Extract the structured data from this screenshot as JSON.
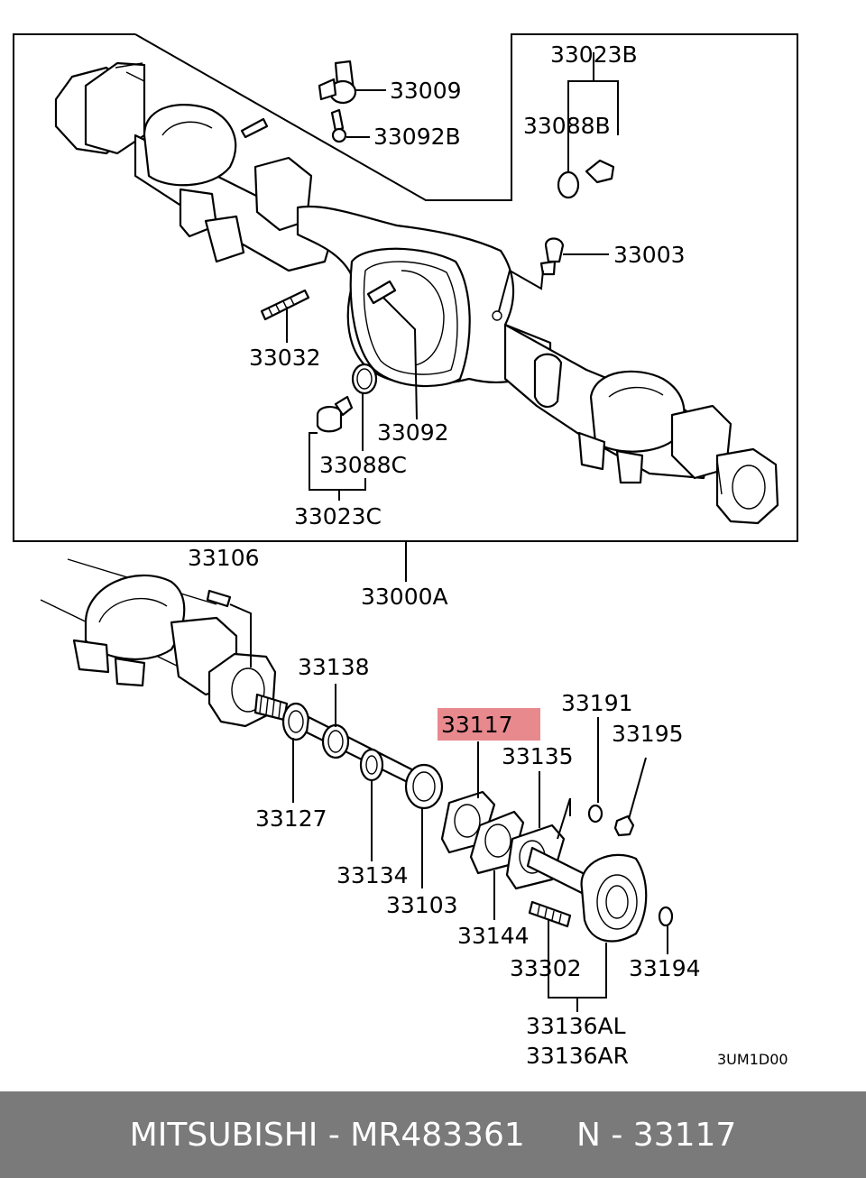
{
  "labels": {
    "p33023B": "33023B",
    "p33009": "33009",
    "p33092B": "33092B",
    "p33088B": "33088B",
    "p33003": "33003",
    "p33032": "33032",
    "p33092": "33092",
    "p33088C": "33088C",
    "p33023C": "33023C",
    "p33000A": "33000A",
    "p33106": "33106",
    "p33138": "33138",
    "p33117": "33117",
    "p33191": "33191",
    "p33195": "33195",
    "p33135": "33135",
    "p33127": "33127",
    "p33134": "33134",
    "p33103": "33103",
    "p33144": "33144",
    "p33302": "33302",
    "p33194": "33194",
    "p33136AL": "33136AL",
    "p33136AR": "33136AR"
  },
  "diagram_code": "3UM1D00",
  "highlight_color": "#e8898e",
  "footer": {
    "text": "MITSUBISHI - MR483361     N - 33117"
  }
}
